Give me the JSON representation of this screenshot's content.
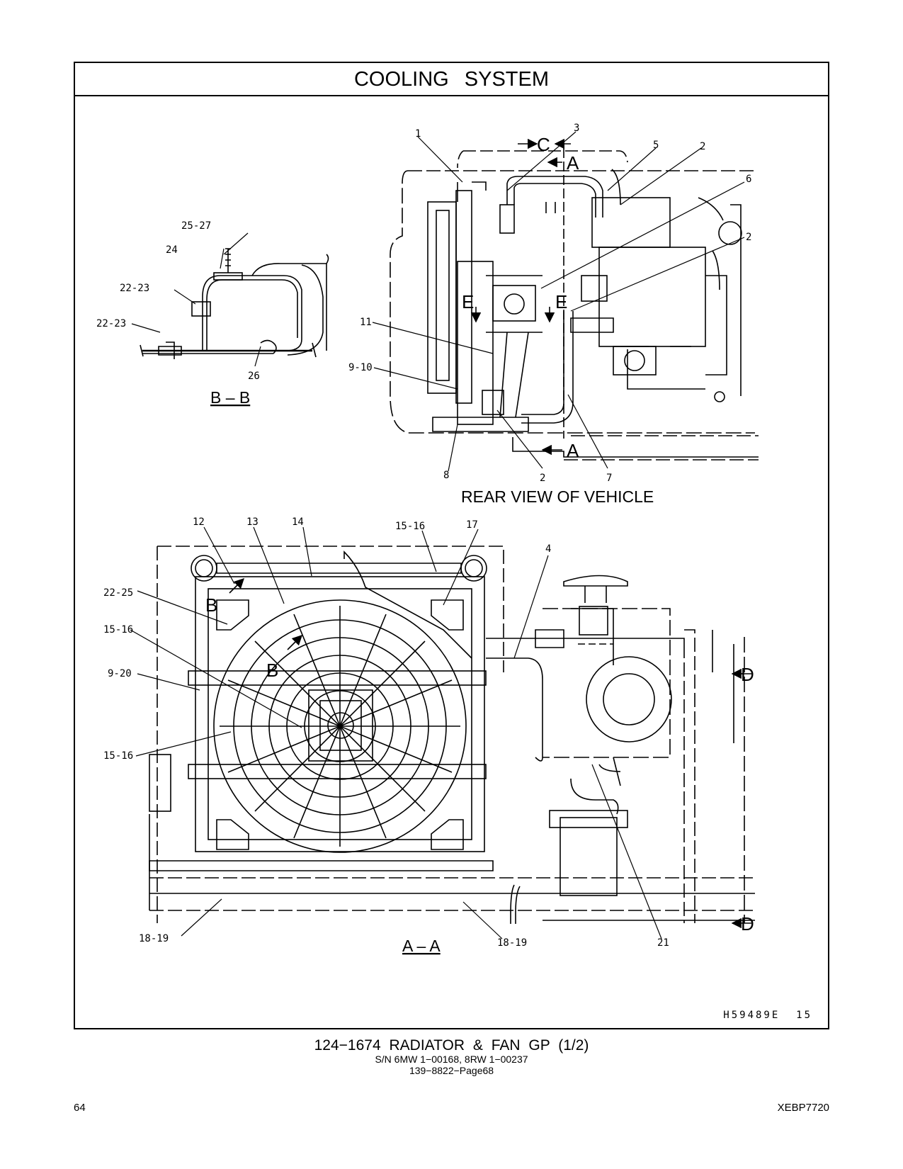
{
  "header": {
    "title": "COOLING SYSTEM"
  },
  "views": {
    "bb_label": "B – B",
    "rear_view_label": "REAR VIEW OF VEHICLE",
    "aa_label": "A – A",
    "letters": {
      "c": "C",
      "a": "A",
      "e": "E",
      "b": "B",
      "d": "D"
    }
  },
  "callouts": {
    "c1": "1",
    "c2": "2",
    "c3": "3",
    "c4": "4",
    "c5": "5",
    "c6": "6",
    "c7": "7",
    "c8": "8",
    "c9_10": "9-10",
    "c11": "11",
    "c12": "12",
    "c13": "13",
    "c14": "14",
    "c15_16": "15-16",
    "c17": "17",
    "c18_19": "18-19",
    "c9_20": "9-20",
    "c21": "21",
    "c22_23": "22-23",
    "c22_25": "22-25",
    "c24": "24",
    "c25_27": "25-27",
    "c26": "26"
  },
  "figure_id": "H59489E  15",
  "footer": {
    "title": "124−1674  RADIATOR  &  FAN  GP (1/2)",
    "serial": "S/N 6MW 1−00168, 8RW 1−00237",
    "ref": "139−8822−Page68",
    "page_number": "64",
    "doc_code": "XEBP7720"
  }
}
